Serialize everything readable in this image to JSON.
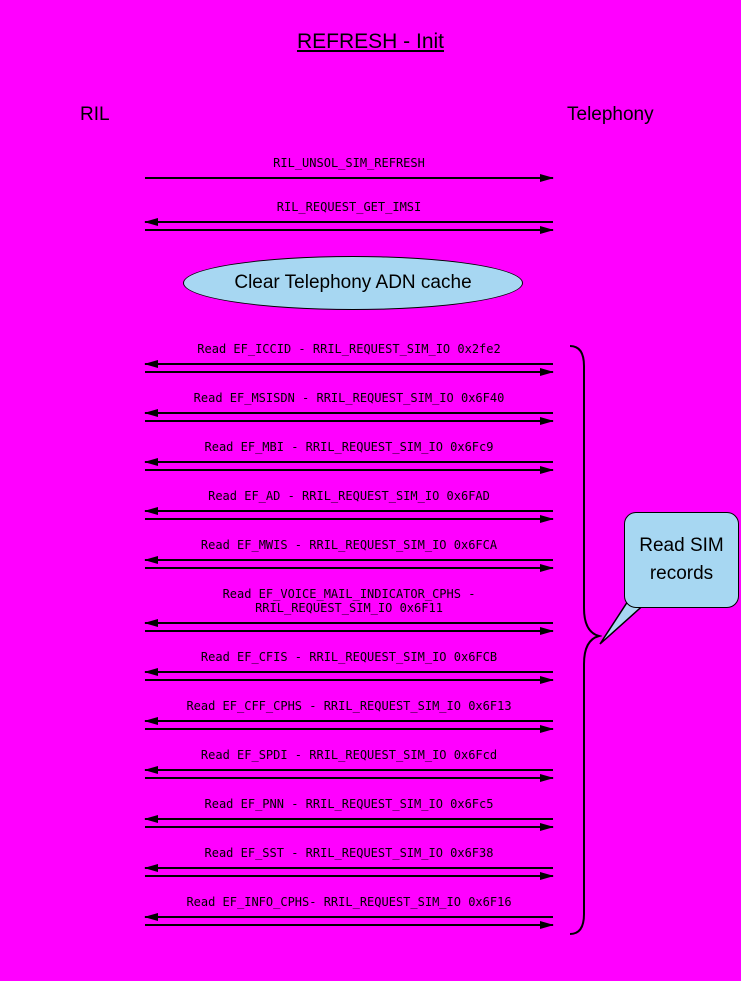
{
  "title": "REFRESH - Init",
  "participants": {
    "left": "RIL",
    "right": "Telephony"
  },
  "note_ellipse": "Clear Telephony ADN cache",
  "callout": "Read SIM records",
  "colors": {
    "background": "#FF00FF",
    "note_fill": "#A7D7F2",
    "callout_fill": "#A7D7F2",
    "line": "#000000"
  },
  "sequence": {
    "top_messages": [
      {
        "label": "RIL_UNSOL_SIM_REFRESH",
        "type": "right"
      },
      {
        "label": "RIL_REQUEST_GET_IMSI",
        "type": "both"
      }
    ],
    "bottom_messages": [
      {
        "label": "Read EF_ICCID - RRIL_REQUEST_SIM_IO 0x2fe2",
        "type": "both"
      },
      {
        "label": "Read EF_MSISDN - RRIL_REQUEST_SIM_IO 0x6F40",
        "type": "both"
      },
      {
        "label": "Read EF_MBI - RRIL_REQUEST_SIM_IO 0x6Fc9",
        "type": "both"
      },
      {
        "label": "Read EF_AD - RRIL_REQUEST_SIM_IO 0x6FAD",
        "type": "both"
      },
      {
        "label": "Read EF_MWIS - RRIL_REQUEST_SIM_IO 0x6FCA",
        "type": "both"
      },
      {
        "label": "Read EF_VOICE_MAIL_INDICATOR_CPHS -\nRRIL_REQUEST_SIM_IO 0x6F11",
        "type": "both"
      },
      {
        "label": "Read EF_CFIS - RRIL_REQUEST_SIM_IO 0x6FCB",
        "type": "both"
      },
      {
        "label": "Read EF_CFF_CPHS - RRIL_REQUEST_SIM_IO 0x6F13",
        "type": "both"
      },
      {
        "label": "Read EF_SPDI - RRIL_REQUEST_SIM_IO 0x6Fcd",
        "type": "both"
      },
      {
        "label": "Read EF_PNN - RRIL_REQUEST_SIM_IO 0x6Fc5",
        "type": "both"
      },
      {
        "label": "Read EF_SST - RRIL_REQUEST_SIM_IO 0x6F38",
        "type": "both"
      },
      {
        "label": "Read EF_INFO_CPHS- RRIL_REQUEST_SIM_IO 0x6F16",
        "type": "both"
      }
    ]
  }
}
